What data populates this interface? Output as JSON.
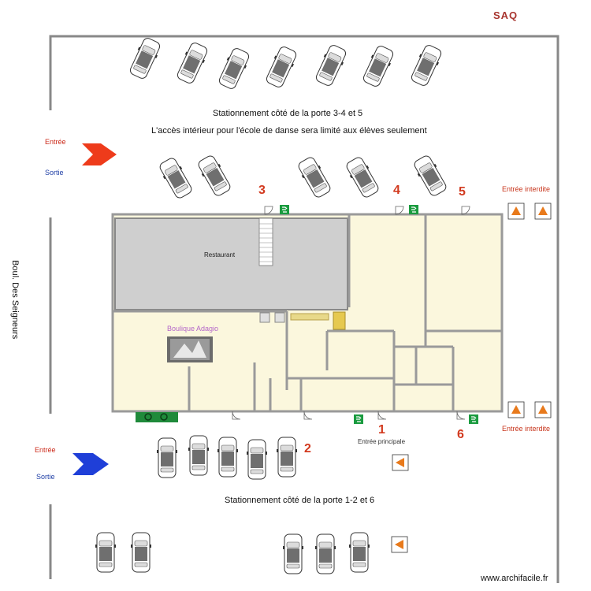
{
  "header": {
    "saq_label": "SAQ"
  },
  "notes": {
    "parking_top": "Stationnement côté de la porte 3-4 et 5",
    "access_notice": "L'accès intérieur pour l'école de danse sera limité aux élèves seulement",
    "parking_bottom": "Stationnement côté de la porte 1-2 et 6"
  },
  "flow_labels": {
    "entry_top": "Entrée",
    "exit_top": "Sortie",
    "entry_bottom": "Entrée",
    "exit_bottom": "Sortie",
    "no_entry_top": "Entrée interdite",
    "no_entry_bottom": "Entrée interdite"
  },
  "doors": {
    "d1": "1",
    "d2": "2",
    "d3": "3",
    "d4": "4",
    "d5": "5",
    "d6": "6",
    "main_entrance": "Entrée principale"
  },
  "rooms": {
    "restaurant": "Restaurant",
    "boutique": "Boulique Adagio"
  },
  "street": {
    "name": "Boul. Des Seigneurs"
  },
  "credit": {
    "text": "www.archifacile.fr"
  },
  "colors": {
    "arrow_entry": "#ee3b1b",
    "arrow_exit": "#1f3fd8",
    "room_fill": "#fbf7dd",
    "restaurant_fill": "#cfcfcf",
    "wall": "#9a9a9a",
    "exit_sign": "#1a9b3f"
  }
}
